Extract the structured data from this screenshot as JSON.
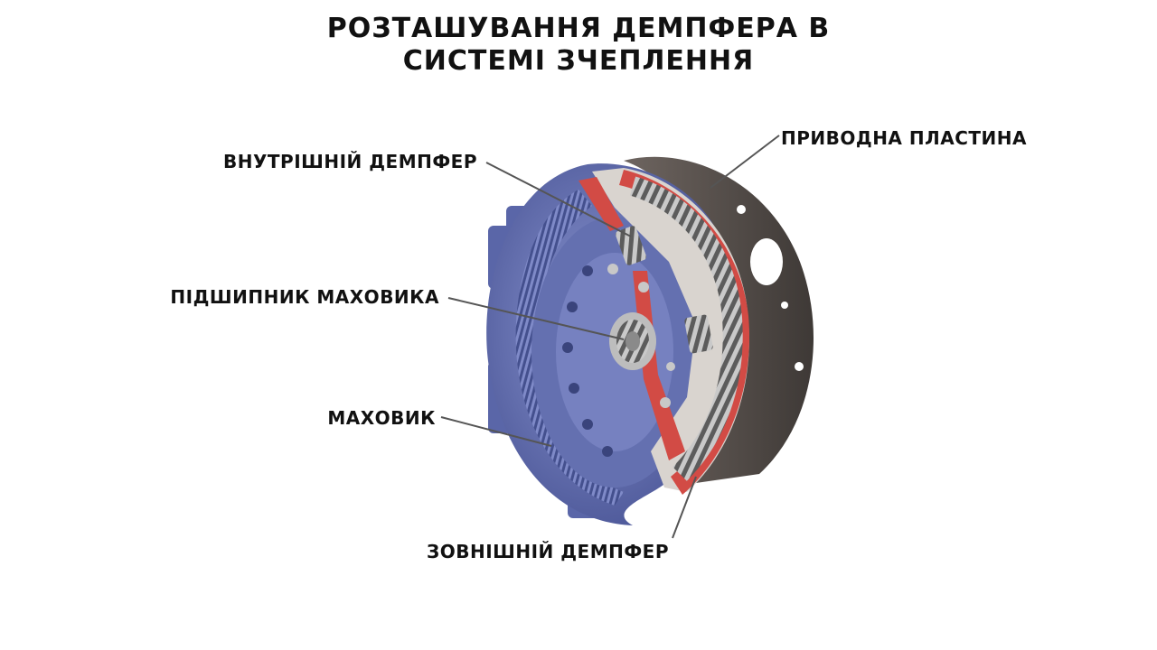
{
  "title": {
    "line1": "РОЗТАШУВАННЯ ДЕМПФЕРА В",
    "line2": "СИСТЕМІ ЗЧЕПЛЕННЯ"
  },
  "labels": {
    "inner_damper": "ВНУТРІШНІЙ ДЕМПФЕР",
    "drive_plate": "ПРИВОДНА ПЛАСТИНА",
    "flywheel_bearing": "ПІДШИПНИК МАХОВИКА",
    "flywheel": "МАХОВИК",
    "outer_damper": "ЗОВНІШНІЙ ДЕМПФЕР"
  },
  "colors": {
    "flywheel": "#6a76b8",
    "flywheel_dark": "#3f4a85",
    "drive_plate": "#5a534f",
    "cutaway": "#d24b45",
    "spring": "#8e8e8e",
    "leader": "#555555"
  }
}
